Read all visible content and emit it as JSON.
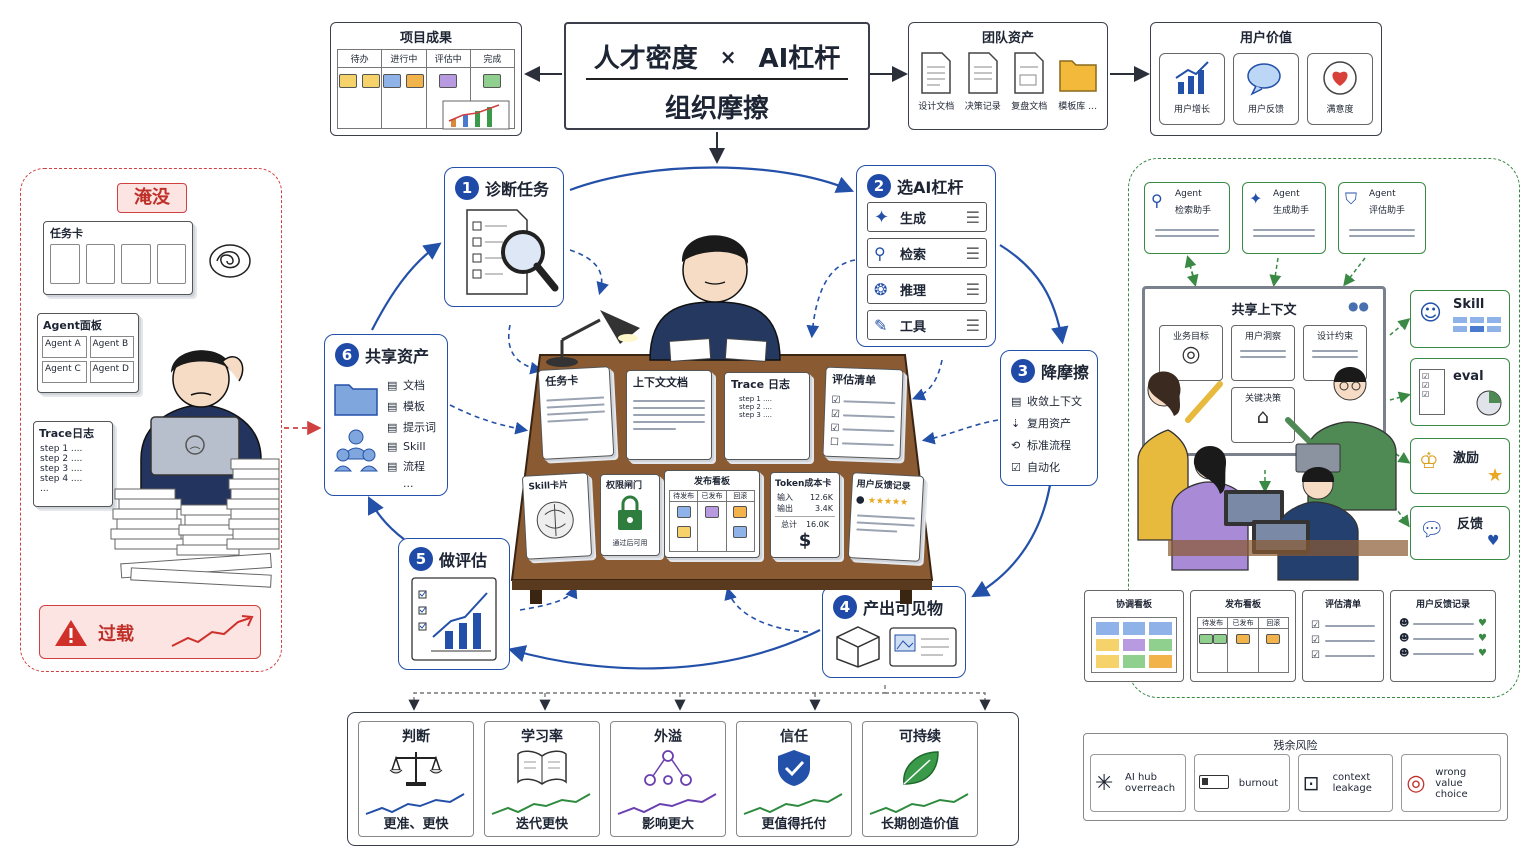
{
  "center": {
    "line1_left": "人才密度",
    "line1_x": "×",
    "line1_right": "AI杠杆",
    "line2": "组织摩擦"
  },
  "results": {
    "title": "项目成果",
    "cols": [
      "待办",
      "进行中",
      "评估中",
      "完成"
    ]
  },
  "assets": {
    "title": "团队资产",
    "items": [
      "设计文档",
      "决策记录",
      "复盘文档",
      "模板库 …"
    ]
  },
  "value": {
    "title": "用户价值",
    "items": [
      "用户增长",
      "用户反馈",
      "满意度"
    ]
  },
  "overload": {
    "title": "淹没",
    "task_card": "任务卡",
    "agent_panel": "Agent面板",
    "agents": [
      "Agent A",
      "Agent B",
      "Agent C",
      "Agent D"
    ],
    "trace": "Trace日志",
    "steps": [
      "step 1 ....",
      "step 2 ....",
      "step 3 ....",
      "step 4 ....",
      "..."
    ],
    "banner": "过载"
  },
  "steps": [
    {
      "n": "1",
      "title": "诊断任务"
    },
    {
      "n": "2",
      "title": "选AI杠杆",
      "items": [
        "生成",
        "检索",
        "推理",
        "工具"
      ]
    },
    {
      "n": "3",
      "title": "降摩擦",
      "items": [
        "收敛上下文",
        "复用资产",
        "标准流程",
        "自动化"
      ]
    },
    {
      "n": "4",
      "title": "产出可见物"
    },
    {
      "n": "5",
      "title": "做评估"
    },
    {
      "n": "6",
      "title": "共享资产",
      "items": [
        "文档",
        "模板",
        "提示词",
        "Skill",
        "流程",
        "..."
      ]
    }
  ],
  "desk": {
    "top": [
      "任务卡",
      "上下文文档",
      "Trace 日志",
      "评估清单"
    ],
    "trace_steps": [
      "step 1 ....",
      "step 2 ....",
      "step 3 ...."
    ],
    "skill": "Skill卡片",
    "gate": "权限闸门",
    "gate_note": "通过后可用",
    "board": "发布看板",
    "board_cols": [
      "待发布",
      "已发布",
      "回滚"
    ],
    "token": "Token成本卡",
    "token_rows": [
      [
        "输入",
        "12.6K"
      ],
      [
        "输出",
        "3.4K"
      ],
      [
        "总计",
        "16.0K"
      ]
    ],
    "token_sign": "$",
    "feedback": "用户反馈记录",
    "stars": "★★★★★"
  },
  "team": {
    "agents": [
      {
        "name": "Agent",
        "role": "检索助手"
      },
      {
        "name": "Agent",
        "role": "生成助手"
      },
      {
        "name": "Agent",
        "role": "评估助手"
      }
    ],
    "context_title": "共享上下文",
    "context_items": [
      "业务目标",
      "用户洞察",
      "设计约束",
      "关键决策"
    ],
    "side": [
      "Skill",
      "eval",
      "激励",
      "反馈"
    ],
    "bottom": [
      {
        "title": "协调看板"
      },
      {
        "title": "发布看板",
        "cols": [
          "待发布",
          "已发布",
          "回滚"
        ]
      },
      {
        "title": "评估清单"
      },
      {
        "title": "用户反馈记录"
      }
    ]
  },
  "outcomes": [
    {
      "title": "判断",
      "sub": "更准、更快",
      "color": "#2350a8"
    },
    {
      "title": "学习率",
      "sub": "迭代更快",
      "color": "#2e8b3e"
    },
    {
      "title": "外溢",
      "sub": "影响更大",
      "color": "#6a3fb0"
    },
    {
      "title": "信任",
      "sub": "更值得托付",
      "color": "#2e8b3e"
    },
    {
      "title": "可持续",
      "sub": "长期创造价值",
      "color": "#2e8b3e"
    }
  ],
  "risks": {
    "title": "残余风险",
    "items": [
      {
        "l1": "AI hub",
        "l2": "overreach"
      },
      {
        "l1": "burnout",
        "l2": ""
      },
      {
        "l1": "context",
        "l2": "leakage"
      },
      {
        "l1": "wrong",
        "l2": "value choice"
      }
    ]
  }
}
